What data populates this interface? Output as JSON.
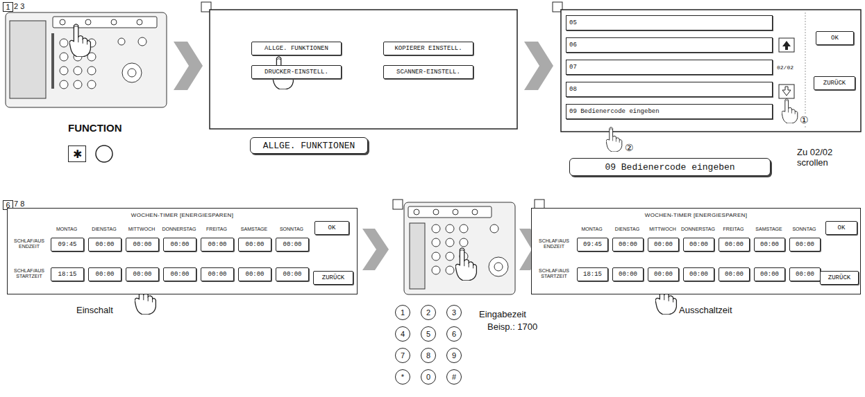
{
  "diagram": {
    "nodes": [
      {
        "text": [
          "1"
        ]
      },
      {
        "text": [
          "✱"
        ]
      },
      {
        "text": [
          "ALLGE. FUNKTIONEN"
        ]
      },
      {
        "text": [
          "KOPIERER EINSTELL."
        ]
      },
      {
        "text": [
          "DRUCKER-EINSTELL."
        ]
      },
      {
        "text": [
          "SCANNER-EINSTELL."
        ]
      },
      {
        "text": [
          "ALLGE. FUNKTIONEN"
        ]
      },
      {
        "text": [
          "05"
        ]
      },
      {
        "text": [
          "06"
        ]
      },
      {
        "text": [
          "07"
        ]
      },
      {
        "text": [
          "08"
        ]
      },
      {
        "text": [
          "09 Bedienercode eingeben"
        ]
      },
      {
        "text": [
          "OK"
        ]
      },
      {
        "text": [
          "ZURÜCK"
        ]
      },
      {
        "text": [
          "09 Bedienercode eingeben"
        ]
      },
      {
        "text": [
          "6"
        ]
      },
      {
        "text": [
          "WOCHEN-TIMER [ENERGIESPAREN]"
        ]
      },
      {
        "text": [
          "09:45"
        ],
        "in": 16
      },
      {
        "text": [
          "00:00"
        ],
        "in": 16
      },
      {
        "text": [
          "00:00"
        ],
        "in": 16
      },
      {
        "text": [
          "00:00"
        ],
        "in": 16
      },
      {
        "text": [
          "00:00"
        ],
        "in": 16
      },
      {
        "text": [
          "00:00"
        ],
        "in": 16
      },
      {
        "text": [
          "00:00"
        ],
        "in": 16
      },
      {
        "text": [
          "18:15"
        ],
        "in": 16
      },
      {
        "text": [
          "00:00"
        ],
        "in": 16
      },
      {
        "text": [
          "00:00"
        ],
        "in": 16
      },
      {
        "text": [
          "00:00"
        ],
        "in": 16
      },
      {
        "text": [
          "00:00"
        ],
        "in": 16
      },
      {
        "text": [
          "00:00"
        ],
        "in": 16
      },
      {
        "text": [
          "00:00"
        ],
        "in": 16
      },
      {
        "text": [
          "OK"
        ],
        "in": 16
      },
      {
        "text": [
          "ZURÜCK"
        ],
        "in": 16
      },
      {
        "text": [
          "1"
        ]
      },
      {
        "text": [
          "2"
        ]
      },
      {
        "text": [
          "3"
        ]
      },
      {
        "text": [
          "4"
        ]
      },
      {
        "text": [
          "5"
        ]
      },
      {
        "text": [
          "6"
        ]
      },
      {
        "text": [
          "7"
        ]
      },
      {
        "text": [
          "8"
        ]
      },
      {
        "text": [
          "9"
        ]
      },
      {
        "text": [
          "*"
        ]
      },
      {
        "text": [
          "0"
        ]
      },
      {
        "text": [
          "#"
        ]
      },
      {
        "text": [
          "WOCHEN-TIMER [ENERGIESPAREN]"
        ]
      },
      {
        "text": [
          "09:45"
        ],
        "in": 45
      },
      {
        "text": [
          "00:00"
        ],
        "in": 45
      },
      {
        "text": [
          "00:00"
        ],
        "in": 45
      },
      {
        "text": [
          "00:00"
        ],
        "in": 45
      },
      {
        "text": [
          "00:00"
        ],
        "in": 45
      },
      {
        "text": [
          "00:00"
        ],
        "in": 45
      },
      {
        "text": [
          "00:00"
        ],
        "in": 45
      },
      {
        "text": [
          "18:15"
        ],
        "in": 45
      },
      {
        "text": [
          "00:00"
        ],
        "in": 45
      },
      {
        "text": [
          "00:00"
        ],
        "in": 45
      },
      {
        "text": [
          "00:00"
        ],
        "in": 45
      },
      {
        "text": [
          "00:00"
        ],
        "in": 45
      },
      {
        "text": [
          "00:00"
        ],
        "in": 45
      },
      {
        "text": [
          "00:00"
        ],
        "in": 45
      },
      {
        "text": [
          "OK"
        ],
        "in": 45
      },
      {
        "text": [
          "ZURÜCK"
        ],
        "in": 45
      }
    ],
    "labels": [
      "2 3",
      "FUNCTION",
      "02/02",
      "①",
      "②",
      "Zu 02/02 scrollen",
      "7 8",
      "MONTAG",
      "DIENSTAG",
      "MITTWOCH",
      "DONNERSTAG",
      "FREITAG",
      "SAMSTAGE",
      "SONNTAG",
      "SCHLAF/AUS ENDZEIT",
      "SCHLAF/AUS STARTZEIT",
      "Einschalt",
      "Eingabezeit",
      "Beisp.: 1700",
      "MONTAG",
      "DIENSTAG",
      "MITTWOCH",
      "DONNERSTAG",
      "FREITAG",
      "SAMSTAGE",
      "SONNTAG",
      "SCHLAF/AUS ENDZEIT",
      "SCHLAF/AUS STARTZEIT",
      "Ausschaltzeit"
    ]
  }
}
